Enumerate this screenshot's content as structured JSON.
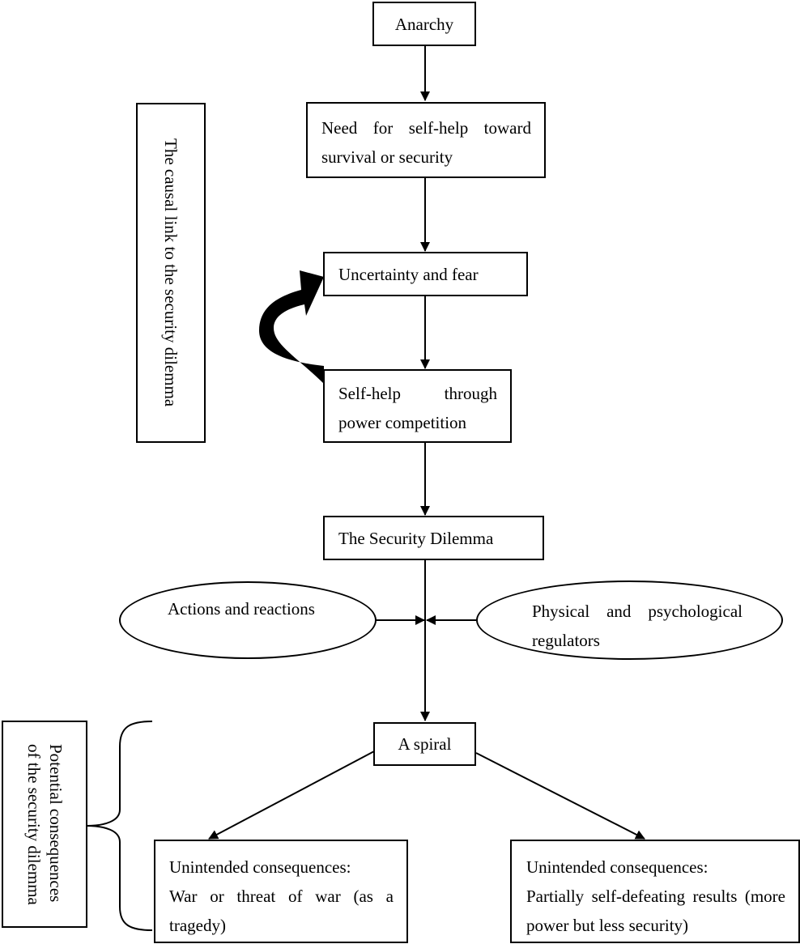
{
  "nodes": {
    "anarchy": "Anarchy",
    "need_self_help": "Need for self-help toward survival or security",
    "uncertainty": "Uncertainty and fear",
    "self_help_power": "Self-help through power competition",
    "security_dilemma": "The Security Dilemma",
    "spiral": "A spiral",
    "actions_reactions": "Actions and reactions",
    "regulators": "Physical and psychological regulators",
    "war_heading": "Unintended consequences:",
    "war_body": "War or threat of war (as a tragedy)",
    "defeat_heading": "Unintended consequences:",
    "defeat_body": "Partially self-defeating results (more power but less security)"
  },
  "side_labels": {
    "causal_link": "The causal link to the security dilemma",
    "potential_line1": "Potential consequences",
    "potential_line2": "of the security dilemma"
  }
}
